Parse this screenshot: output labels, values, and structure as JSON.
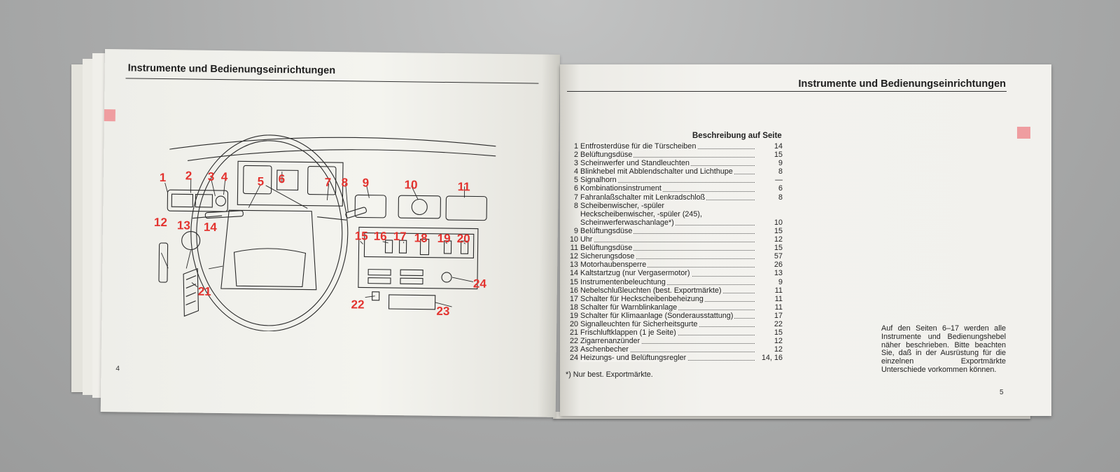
{
  "left_page": {
    "title": "Instrumente und Bedienungseinrichtungen",
    "page_number": "4",
    "callouts": [
      "1",
      "2",
      "3",
      "4",
      "5",
      "6",
      "7",
      "8",
      "9",
      "10",
      "11",
      "12",
      "13",
      "14",
      "15",
      "16",
      "17",
      "18",
      "19",
      "20",
      "21",
      "22",
      "23",
      "24"
    ]
  },
  "right_page": {
    "title": "Instrumente und Bedienungseinrichtungen",
    "page_number": "5",
    "list_heading": "Beschreibung auf Seite",
    "items": [
      {
        "num": "1",
        "text": "Entfrosterdüse für die Türscheiben",
        "page": "14"
      },
      {
        "num": "2",
        "text": "Belüftungsdüse",
        "page": "15"
      },
      {
        "num": "3",
        "text": "Scheinwerfer und Standleuchten",
        "page": "9"
      },
      {
        "num": "4",
        "text": "Blinkhebel mit Abblendschalter und Lichthupe",
        "page": "8"
      },
      {
        "num": "5",
        "text": "Signalhorn",
        "page": "—"
      },
      {
        "num": "6",
        "text": "Kombinationsinstrument",
        "page": "6"
      },
      {
        "num": "7",
        "text": "Fahranlaßschalter mit Lenkradschloß",
        "page": "8"
      },
      {
        "num": "8",
        "text": "Scheibenwischer, -spüler",
        "page": ""
      },
      {
        "num": "",
        "text": "Heckscheibenwischer, -spüler (245),",
        "page": ""
      },
      {
        "num": "",
        "text": "Scheinwerferwaschanlage*)",
        "page": "10"
      },
      {
        "num": "9",
        "text": "Belüftungsdüse",
        "page": "15"
      },
      {
        "num": "10",
        "text": "Uhr",
        "page": "12"
      },
      {
        "num": "11",
        "text": "Belüftungsdüse",
        "page": "15"
      },
      {
        "num": "12",
        "text": "Sicherungsdose",
        "page": "57"
      },
      {
        "num": "13",
        "text": "Motorhaubensperre",
        "page": "26"
      },
      {
        "num": "14",
        "text": "Kaltstartzug (nur Vergasermotor)",
        "page": "13"
      },
      {
        "num": "15",
        "text": "Instrumentenbeleuchtung",
        "page": "9"
      },
      {
        "num": "16",
        "text": "Nebelschlußleuchten (best. Exportmärkte)",
        "page": "11"
      },
      {
        "num": "17",
        "text": "Schalter für Heckscheibenbeheizung",
        "page": "11"
      },
      {
        "num": "18",
        "text": "Schalter für Warnblinkanlage",
        "page": "11"
      },
      {
        "num": "19",
        "text": "Schalter für Klimaanlage (Sonderausstattung)",
        "page": "17"
      },
      {
        "num": "20",
        "text": "Signalleuchten für Sicherheitsgurte",
        "page": "22"
      },
      {
        "num": "21",
        "text": "Frischluftklappen (1 je Seite)",
        "page": "15"
      },
      {
        "num": "22",
        "text": "Zigarrenanzünder",
        "page": "12"
      },
      {
        "num": "23",
        "text": "Aschenbecher",
        "page": "12"
      },
      {
        "num": "24",
        "text": "Heizungs- und Belüftungsregler",
        "page": "14, 16"
      }
    ],
    "footnote": "*) Nur best. Exportmärkte.",
    "side_note": "Auf den Seiten 6–17 werden alle Instrumente und Bedienungshebel näher beschrieben. Bitte beachten Sie, daß in der Ausrüstung für die einzelnen Exportmärkte Unterschiede vorkommen können."
  },
  "colors": {
    "callout_red": "#e3322e",
    "tab_marker_pink": "#ef9da0",
    "background_grey": "#a7a8a8",
    "paper": "#f3f2ee"
  }
}
